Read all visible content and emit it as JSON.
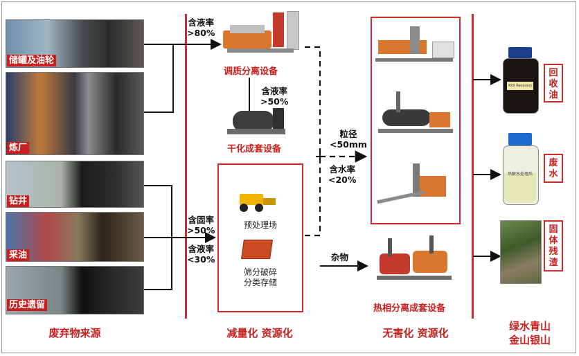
{
  "sources": [
    {
      "label": "储罐及油轮"
    },
    {
      "label": "炼厂"
    },
    {
      "label": "钻井"
    },
    {
      "label": "采油"
    },
    {
      "label": "历史遗留"
    }
  ],
  "columns": {
    "source_title": "废弃物来源",
    "reduce_title": "减量化 资源化",
    "harmless_title": "无害化 资源化",
    "green_title_line1": "绿水青山",
    "green_title_line2": "金山银山"
  },
  "conditions": {
    "liquid_gt80_line1": "含液率",
    "liquid_gt80_line2": ">80%",
    "liquid_gt50_line1": "含液率",
    "liquid_gt50_line2": ">50%",
    "solid_gt50_line1": "含固率",
    "solid_gt50_line2": ">50%",
    "liquid_lt30_line1": "含液率",
    "liquid_lt30_line2": "<30%",
    "grain_line1": "粒径",
    "grain_line2": "<50mm",
    "water_line1": "含水率",
    "water_line2": "<20%",
    "debris": "杂物"
  },
  "equipment": {
    "conditioning": "调质分离设备",
    "drying": "干化成套设备",
    "thermal": "热相分离成套设备"
  },
  "pretreatment": {
    "title": "预处理场",
    "line1": "筛分破碎",
    "line2": "分类存储"
  },
  "products": [
    {
      "label": "回收油",
      "chars": [
        "回",
        "收",
        "油"
      ],
      "tag": "XXX Recovery"
    },
    {
      "label": "废水",
      "chars": [
        "废",
        "水"
      ],
      "tag": "热解水处理后"
    },
    {
      "label": "固体残渣",
      "chars": [
        "固",
        "体",
        "残",
        "渣"
      ]
    }
  ],
  "colors": {
    "accent_red": "#d62a2a",
    "label_red": "#c8201e"
  }
}
